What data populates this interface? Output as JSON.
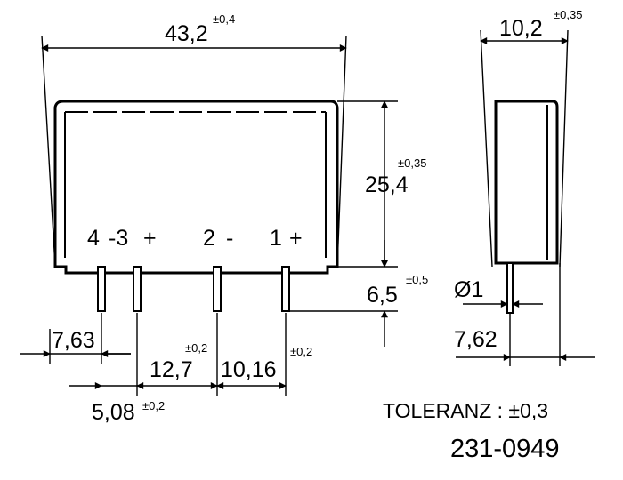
{
  "dims": {
    "width_main": "43,2",
    "width_main_tol": "±0,4",
    "width_side": "10,2",
    "width_side_tol": "±0,35",
    "height_body": "25,4",
    "height_body_tol": "±0,35",
    "pin_length": "6,5",
    "pin_length_tol": "±0,5",
    "pin_diam": "Ø1",
    "pitch_side": "7,62",
    "edge_offset": "7,63",
    "pitch_1": "5,08",
    "pitch_1_tol": "±0,2",
    "pitch_2": "12,7",
    "pitch_2_tol": "±0,2",
    "pitch_3": "10,16",
    "pitch_3_tol": "±0,2"
  },
  "pins": {
    "p4": "4",
    "p3minus": "-3",
    "p3plus": "+",
    "p2": "2",
    "p2minus": "-",
    "p1": "1",
    "p1plus": "+"
  },
  "notes": {
    "tolerance": "TOLERANZ : ±0,3",
    "part_number": "231-0949"
  }
}
